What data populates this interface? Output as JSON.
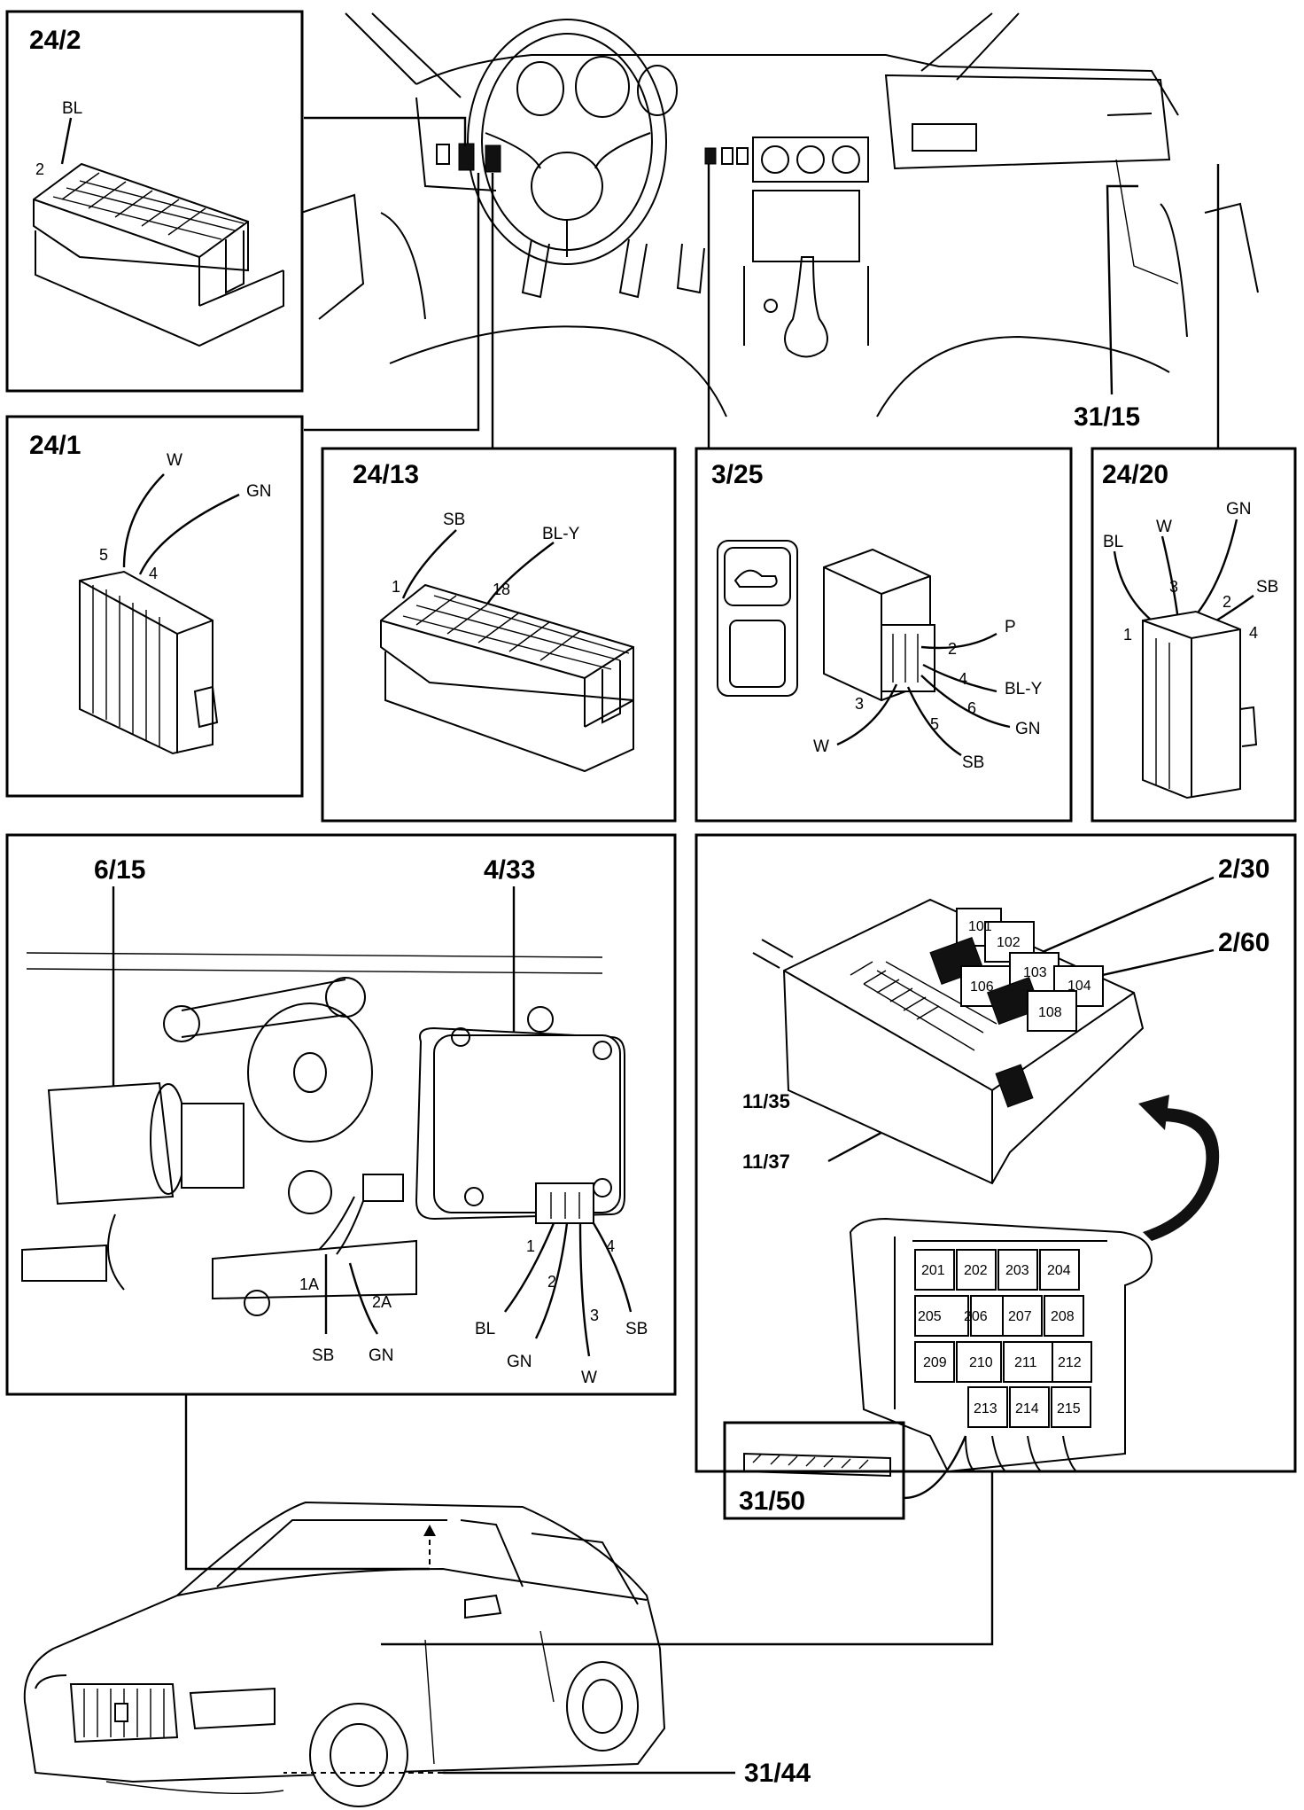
{
  "components": {
    "c24_2": {
      "code": "24/2",
      "wires": [
        "BL"
      ],
      "pins": [
        "2"
      ]
    },
    "c24_1": {
      "code": "24/1",
      "wires": [
        "W",
        "GN"
      ],
      "pins": [
        "5",
        "4"
      ]
    },
    "c24_13": {
      "code": "24/13",
      "wires": [
        "SB",
        "BL-Y"
      ],
      "pins": [
        "1",
        "18"
      ]
    },
    "c3_25": {
      "code": "3/25",
      "pins": [
        "2",
        "4",
        "6",
        "3",
        "5"
      ],
      "wires": [
        "P",
        "BL-Y",
        "GN",
        "W",
        "SB"
      ]
    },
    "c24_20": {
      "code": "24/20",
      "wires": [
        "BL",
        "W",
        "GN",
        "SB"
      ],
      "pins": [
        "3",
        "2",
        "1",
        "4"
      ]
    },
    "c31_15": {
      "code": "31/15"
    },
    "c6_15": {
      "code": "6/15",
      "pins": [
        "1A",
        "2A"
      ],
      "wires": [
        "SB",
        "GN"
      ]
    },
    "c4_33": {
      "code": "4/33",
      "pins": [
        "1",
        "2",
        "3",
        "4"
      ],
      "wires": [
        "BL",
        "GN",
        "W",
        "SB"
      ]
    },
    "relay_box": {
      "labels": [
        "2/30",
        "2/60",
        "11/35",
        "11/37"
      ],
      "top_relays": [
        "101",
        "102",
        "103",
        "104",
        "106",
        "108"
      ],
      "bottom_relays": [
        "201",
        "202",
        "203",
        "204",
        "205",
        "206",
        "207",
        "208",
        "209",
        "210",
        "211",
        "212",
        "213",
        "214",
        "215"
      ]
    },
    "c31_50": {
      "code": "31/50"
    },
    "c31_44": {
      "code": "31/44"
    }
  }
}
